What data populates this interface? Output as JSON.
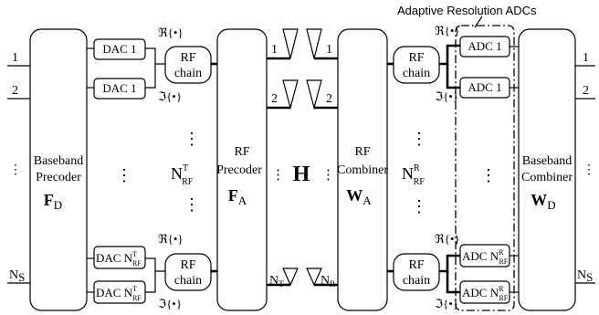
{
  "streams": {
    "first": "1",
    "second": "2",
    "last_main": "N",
    "last_sub": "S"
  },
  "baseband_precoder": {
    "line1": "Baseband",
    "line2": "Precoder",
    "symbol_main": "F",
    "symbol_sub": "D"
  },
  "dacs": {
    "top1": "DAC 1",
    "top2": "DAC 1",
    "bottom_prefix": "DAC ",
    "bottom_main": "N",
    "bottom_sup": "T",
    "bottom_sub": "RF"
  },
  "rf_chain": {
    "line1": "RF",
    "line2": "chain"
  },
  "real_part": "ℜ{•}",
  "imag_part": "ℑ{•}",
  "n_rf_t": {
    "main": "N",
    "sup": "T",
    "sub": "RF"
  },
  "rf_precoder": {
    "line1": "RF",
    "line2": "Precoder",
    "symbol_main": "F",
    "symbol_sub": "A"
  },
  "channel": "H",
  "tx_antennas": {
    "first": "1",
    "second": "2",
    "last_main": "N",
    "last_sub": "T"
  },
  "rx_antennas": {
    "first": "1",
    "second": "2",
    "last_main": "N",
    "last_sub": "R"
  },
  "rf_combiner": {
    "line1": "RF",
    "line2": "Combiner",
    "symbol_main": "W",
    "symbol_sub": "A"
  },
  "n_rf_r": {
    "main": "N",
    "sup": "R",
    "sub": "RF"
  },
  "adc_title": "Adaptive Resolution ADCs",
  "adcs": {
    "top1": "ADC 1",
    "top2": "ADC 1",
    "bottom_prefix": "ADC ",
    "bottom_main": "N",
    "bottom_sup": "R",
    "bottom_sub": "RF"
  },
  "baseband_combiner": {
    "line1": "Baseband",
    "line2": "Combiner",
    "symbol_main": "W",
    "symbol_sub": "D"
  },
  "ellipsis": "⋮"
}
